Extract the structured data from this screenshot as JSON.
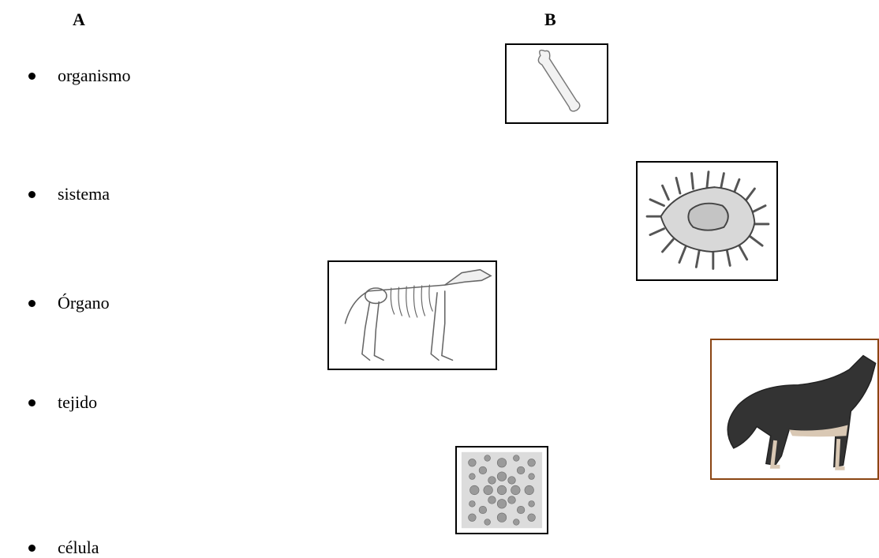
{
  "headers": {
    "a": "A",
    "b": "B"
  },
  "items": [
    "organismo",
    "sistema",
    "Órgano",
    "tejido",
    "célula"
  ],
  "images": {
    "bone": "bone-illustration",
    "cell": "cell-illustration",
    "skeleton": "wolf-skeleton-illustration",
    "wolf": "wolf-illustration",
    "tissue": "tissue-illustration"
  },
  "colors": {
    "wolf_frame": "#8b4513"
  }
}
